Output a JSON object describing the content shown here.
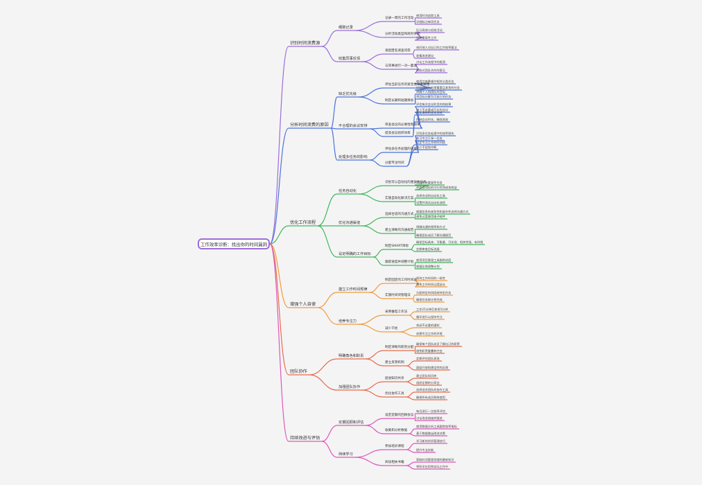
{
  "root": "工作效率诊断：找出你的时间漏洞",
  "branches": [
    {
      "label": "识别时间浪费源",
      "color": "#9b6cd9",
      "children": [
        {
          "label": "细致记录",
          "children": [
            {
              "label": "记录一周的工作活动",
              "children": [
                "使用时间追踪工具",
                "详细标注每项任务"
              ]
            },
            {
              "label": "分析活动类型和耗时分配",
              "children": [
                "区分高效与低效活动",
                "识别重复性工作"
              ]
            }
          ]
        },
        {
          "label": "收集同事反馈",
          "children": [
            {
              "label": "发起匿名调查问卷",
              "children": [
                "询问他人对自己的工作效率看法",
                "收集改进建议"
              ]
            },
            {
              "label": "与同事进行一对一面谈",
              "children": [
                "讨论工作流程中的瓶颈",
                "听取对团队合作的意见"
              ]
            }
          ]
        }
      ]
    },
    {
      "label": "分析时间浪费的原因",
      "color": "#4a73d9",
      "children": [
        {
          "label": "缺乏优先级",
          "children": [
            {
              "label": "评估当前任务的紧急性和重要性",
              "children": [
                "使用艾森豪威尔矩阵分类任务",
                "识别并优先处理重要且紧急的任务"
              ]
            },
            {
              "label": "制定长期和短期目标",
              "children": [
                "明确个人和团队的目标",
                "将目标分解为可执行的任务"
              ]
            }
          ]
        },
        {
          "label": "不合理的会议安排",
          "children": [
            {
              "label": "审查会议的必要性和效率",
              "children": [
                "评估每次会议的目的和结果",
                "减少不必要或冗长的会议"
              ]
            },
            {
              "label": "提高会议组织效率",
              "children": [
                "制定清晰的会议议程",
                "控制会议时长，确保高效"
              ]
            }
          ]
        },
        {
          "label": "处理多任务的影响",
          "children": [
            {
              "label": "评估多任务处理的效率",
              "children": [
                "识别多任务处理中的效率损失",
                "练习专注于单一任务"
              ]
            },
            {
              "label": "分配专注时间",
              "children": [
                "设定专注工作的时间段",
                "减少干扰和中断"
              ]
            }
          ]
        }
      ]
    },
    {
      "label": "优化工作流程",
      "color": "#3fb65a",
      "children": [
        {
          "label": "任务自动化",
          "children": [
            {
              "label": "识别可以自动化的重复性任务",
              "children": [
                "列出所有重复性任务",
                "评估自动化的可行性和成本效益"
              ]
            },
            {
              "label": "实施自动化解决方案",
              "children": [
                "选择合适的自动化工具",
                "设置并测试自动化流程"
              ]
            }
          ]
        },
        {
          "label": "优化沟通渠道",
          "children": [
            {
              "label": "选择合适的沟通方式",
              "children": [
                "根据信息的紧急性和复杂性选择沟通方式",
                "避免过度使用电子邮件"
              ]
            },
            {
              "label": "建立清晰的沟通规范",
              "children": [
                "明确沟通的频率和方式",
                "确保团队成员了解沟通规范"
              ]
            }
          ]
        },
        {
          "label": "设定明确的工作目标",
          "children": [
            {
              "label": "制定SMART目标",
              "children": [
                "确保目标具体、可衡量、可实现、相关性强、有时限",
                "定期审查目标进展"
              ]
            },
            {
              "label": "跟踪进度并调整计划",
              "children": [
                "使用项目管理工具跟踪进度",
                "根据反馈调整计划"
              ]
            }
          ]
        }
      ]
    },
    {
      "label": "增强个人自律",
      "color": "#f29a3a",
      "children": [
        {
          "label": "建立工作时间规律",
          "children": [
            {
              "label": "制定固定的工作时间表",
              "children": [
                "保持工作时间的一致性",
                "避免工作时间过度延长"
              ]
            },
            {
              "label": "实施时间块管理法",
              "children": [
                "分配特定时间段给特定任务",
                "确保任务按计划完成"
              ]
            }
          ]
        },
        {
          "label": "培养专注力",
          "children": [
            {
              "label": "采用番茄工作法",
              "children": [
                "工作25分钟后休息5分钟",
                "循环进行以保持专注"
              ]
            },
            {
              "label": "减少干扰",
              "children": [
                "关闭不必要的通知",
                "创建专注工作的环境"
              ]
            }
          ]
        }
      ]
    },
    {
      "label": "团队协作",
      "color": "#e86a4a",
      "children": [
        {
          "label": "明确角色和职责",
          "children": [
            {
              "label": "制定清晰的职责分配",
              "children": [
                "确保每个团队成员了解自己的职责",
                "避免职责重叠和空白"
              ]
            },
            {
              "label": "建立反馈机制",
              "children": [
                "定期评估团队表现",
                "鼓励开放和建设性的反馈"
              ]
            }
          ]
        },
        {
          "label": "加强团队协作",
          "children": [
            {
              "label": "促进知识共享",
              "children": [
                "建立团队知识库",
                "组织定期的分享会"
              ]
            },
            {
              "label": "优化协作工具",
              "children": [
                "选择适合团队的协作工具",
                "确保所有成员熟练使用"
              ]
            }
          ]
        }
      ]
    },
    {
      "label": "持续改进与评估",
      "color": "#e055b8",
      "children": [
        {
          "label": "定期回顾和评估",
          "children": [
            {
              "label": "设定定期的回顾会议",
              "children": [
                "每月进行一次效率评估",
                "讨论改进措施并跟进"
              ]
            },
            {
              "label": "收集和分析数据",
              "children": [
                "使用数据分析工具跟踪效率指标",
                "基于数据做出改进决策"
              ]
            }
          ]
        },
        {
          "label": "持续学习",
          "children": [
            {
              "label": "参加培训课程",
              "children": [
                "学习新的时间管理技巧",
                "提升专业技能"
              ]
            },
            {
              "label": "阅读相关书籍",
              "children": [
                "获取时间管理领域的最新知识",
                "将所学应用到实际工作中"
              ]
            }
          ]
        }
      ]
    }
  ]
}
